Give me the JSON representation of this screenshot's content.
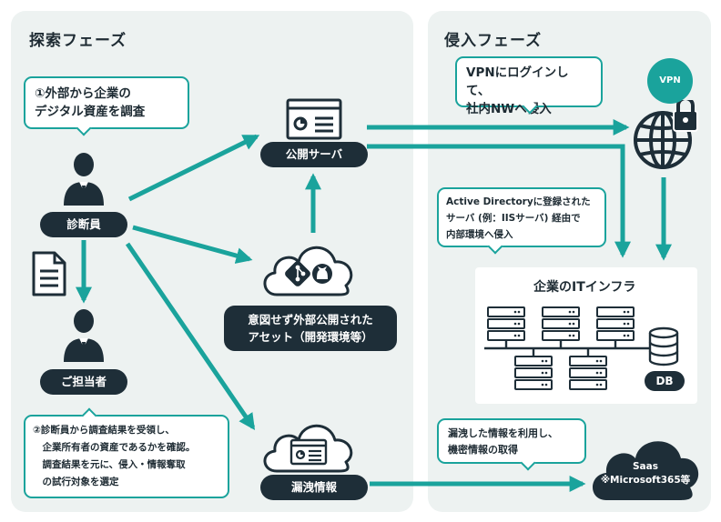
{
  "phases": {
    "explore_title": "探索フェーズ",
    "intrude_title": "侵入フェーズ"
  },
  "callouts": {
    "investigate": "①外部から企業の\nデジタル資産を調査",
    "vpn": "VPNにログインして、\n社内NWへ侵入",
    "active_directory": "Active Directoryに登録された\nサーバ (例：IISサーバ) 経由で\n内部環境へ侵入",
    "owner_confirm": "②診断員から調査結果を受領し、\n　企業所有者の資産であるかを確認。\n　調査結果を元に、侵入・情報奪取\n　の試行対象を選定",
    "leak_use": "漏洩した情報を利用し、\n機密情報の取得"
  },
  "labels": {
    "inspector": "診断員",
    "person_in_charge": "ご担当者",
    "public_server": "公開サーバ",
    "unintended_assets": "意図せず外部公開された\nアセット（開発環境等）",
    "leaked_info": "漏洩情報",
    "it_infra": "企業のITインフラ",
    "db": "DB",
    "vpn": "VPN",
    "saas": "Saas\n※Microsoft365等"
  },
  "icons": {
    "person": "person-icon",
    "document": "document-icon",
    "browser": "browser-window-icon",
    "cloud": "cloud-icon",
    "git": "git-icon",
    "github": "github-icon",
    "globe": "globe-icon",
    "lock": "lock-icon",
    "server": "server-icon",
    "database": "database-icon"
  },
  "colors": {
    "accent": "#1aa39c",
    "dark": "#1e2e38",
    "panel_bg": "#edf2f1"
  }
}
